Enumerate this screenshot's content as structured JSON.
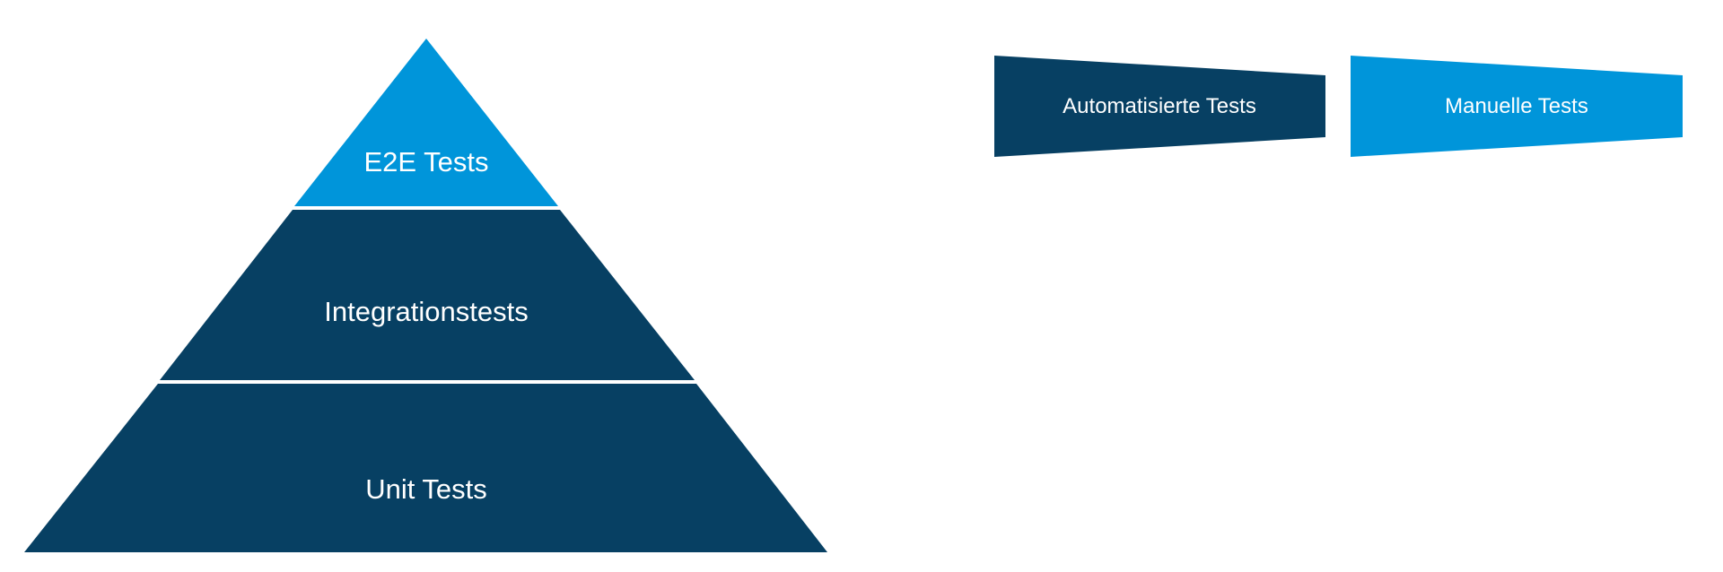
{
  "pyramid": {
    "levels": [
      {
        "label": "E2E Tests",
        "color": "#0095DA"
      },
      {
        "label": "Integrationstests",
        "color": "#074063"
      },
      {
        "label": "Unit Tests",
        "color": "#074063"
      }
    ]
  },
  "legend": {
    "automated": {
      "label": "Automatisierte Tests",
      "color": "#074063"
    },
    "manual": {
      "label": "Manuelle Tests",
      "color": "#0095DA"
    }
  }
}
